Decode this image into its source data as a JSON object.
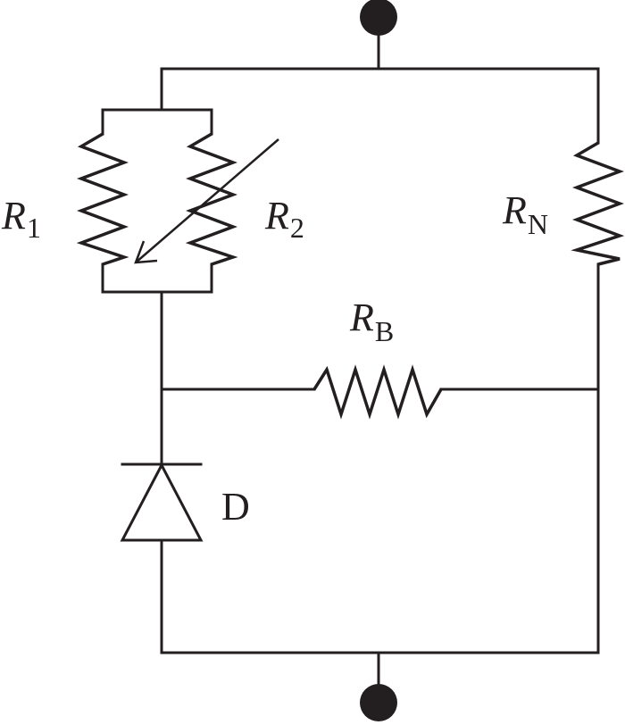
{
  "components": {
    "r1": {
      "symbol": "R",
      "subscript": "1"
    },
    "r2": {
      "symbol": "R",
      "subscript": "2"
    },
    "rn": {
      "symbol": "R",
      "subscript": "N"
    },
    "rb": {
      "symbol": "R",
      "subscript": "B"
    },
    "diode": {
      "label": "D"
    }
  },
  "colors": {
    "stroke": "#231f20",
    "background": "#ffffff"
  }
}
